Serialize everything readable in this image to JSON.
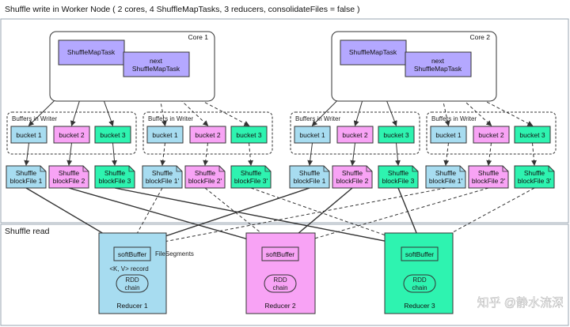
{
  "title": "Shuffle write in Worker Node ( 2 cores, 4 ShuffleMapTasks, 3 reducers, consolidateFiles = false )",
  "shuffle_read_label": "Shuffle read",
  "cores": [
    {
      "label": "Core 1",
      "task": "ShuffleMapTask",
      "next_task": [
        "next",
        "ShuffleMapTask"
      ]
    },
    {
      "label": "Core 2",
      "task": "ShuffleMapTask",
      "next_task": [
        "next",
        "ShuffleMapTask"
      ]
    }
  ],
  "buffers_label": "Buffers in Writer",
  "buckets": [
    "bucket 1",
    "bucket 2",
    "bucket 3"
  ],
  "files_solid": [
    [
      "Shuffle",
      "blockFile 1"
    ],
    [
      "Shuffle",
      "blockFile 2"
    ],
    [
      "Shuffle",
      "blockFile 3"
    ]
  ],
  "files_dashed": [
    [
      "Shuffle",
      "blockFile 1'"
    ],
    [
      "Shuffle",
      "blockFile 2'"
    ],
    [
      "Shuffle",
      "blockFile 3'"
    ]
  ],
  "soft_buffer": "softBuffer",
  "file_segments": "FileSegments",
  "record": "<K, V> record",
  "rdd_chain": [
    "RDD",
    "chain"
  ],
  "reducers": [
    "Reducer 1",
    "Reducer 2",
    "Reducer 3"
  ],
  "watermark": "知乎 @静水流深",
  "colors": {
    "task": "#b4a8ff",
    "bucket1": "#a7dcf0",
    "bucket2": "#f8a3f5",
    "bucket3": "#2ef3b0",
    "reducer1": "#a7dcf0",
    "reducer2": "#f8a3f5",
    "reducer3": "#2ef3b0"
  }
}
